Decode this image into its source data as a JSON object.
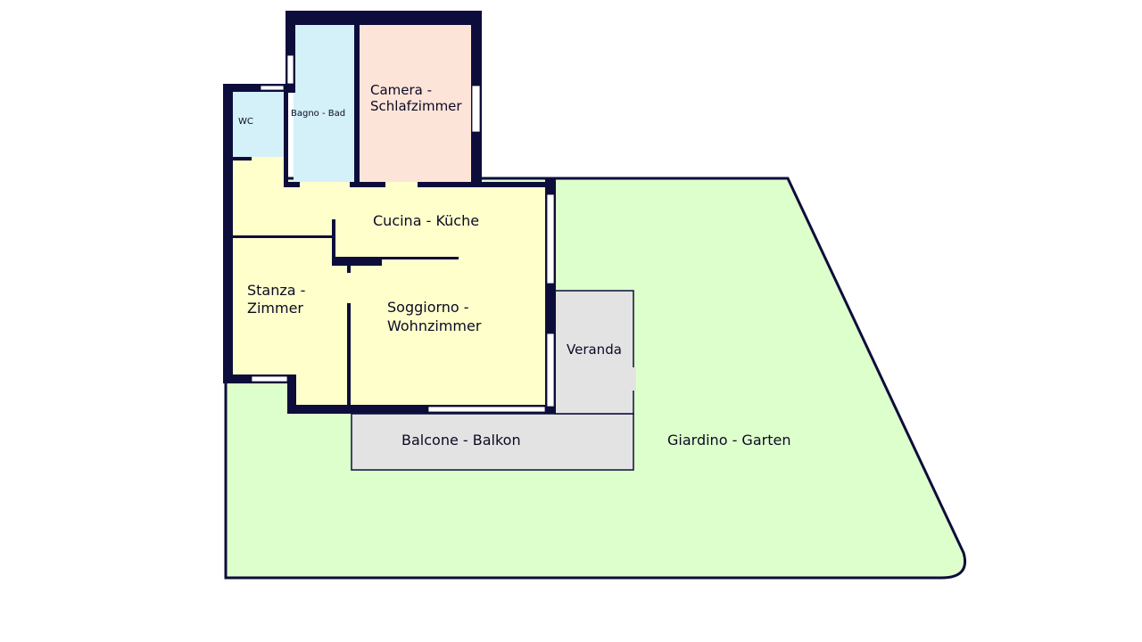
{
  "plan": {
    "colors": {
      "wall": "#0d0d3b",
      "garden": "#ddffcc",
      "kitchen_living": "#ffffcc",
      "bath": "#d4f0f8",
      "bedroom": "#fde4d8",
      "terrace": "#e3e3e3",
      "window": "#ffffff"
    },
    "rooms": {
      "wc": "WC",
      "bagno": "Bagno - Bad",
      "camera_line1": "Camera -",
      "camera_line2": "Schlafzimmer",
      "cucina": "Cucina - Küche",
      "stanza_line1": "Stanza -",
      "stanza_line2": "Zimmer",
      "soggiorno_line1": "Soggiorno -",
      "soggiorno_line2": "Wohnzimmer",
      "veranda": "Veranda",
      "balcone": "Balcone - Balkon",
      "giardino": "Giardino - Garten"
    }
  }
}
